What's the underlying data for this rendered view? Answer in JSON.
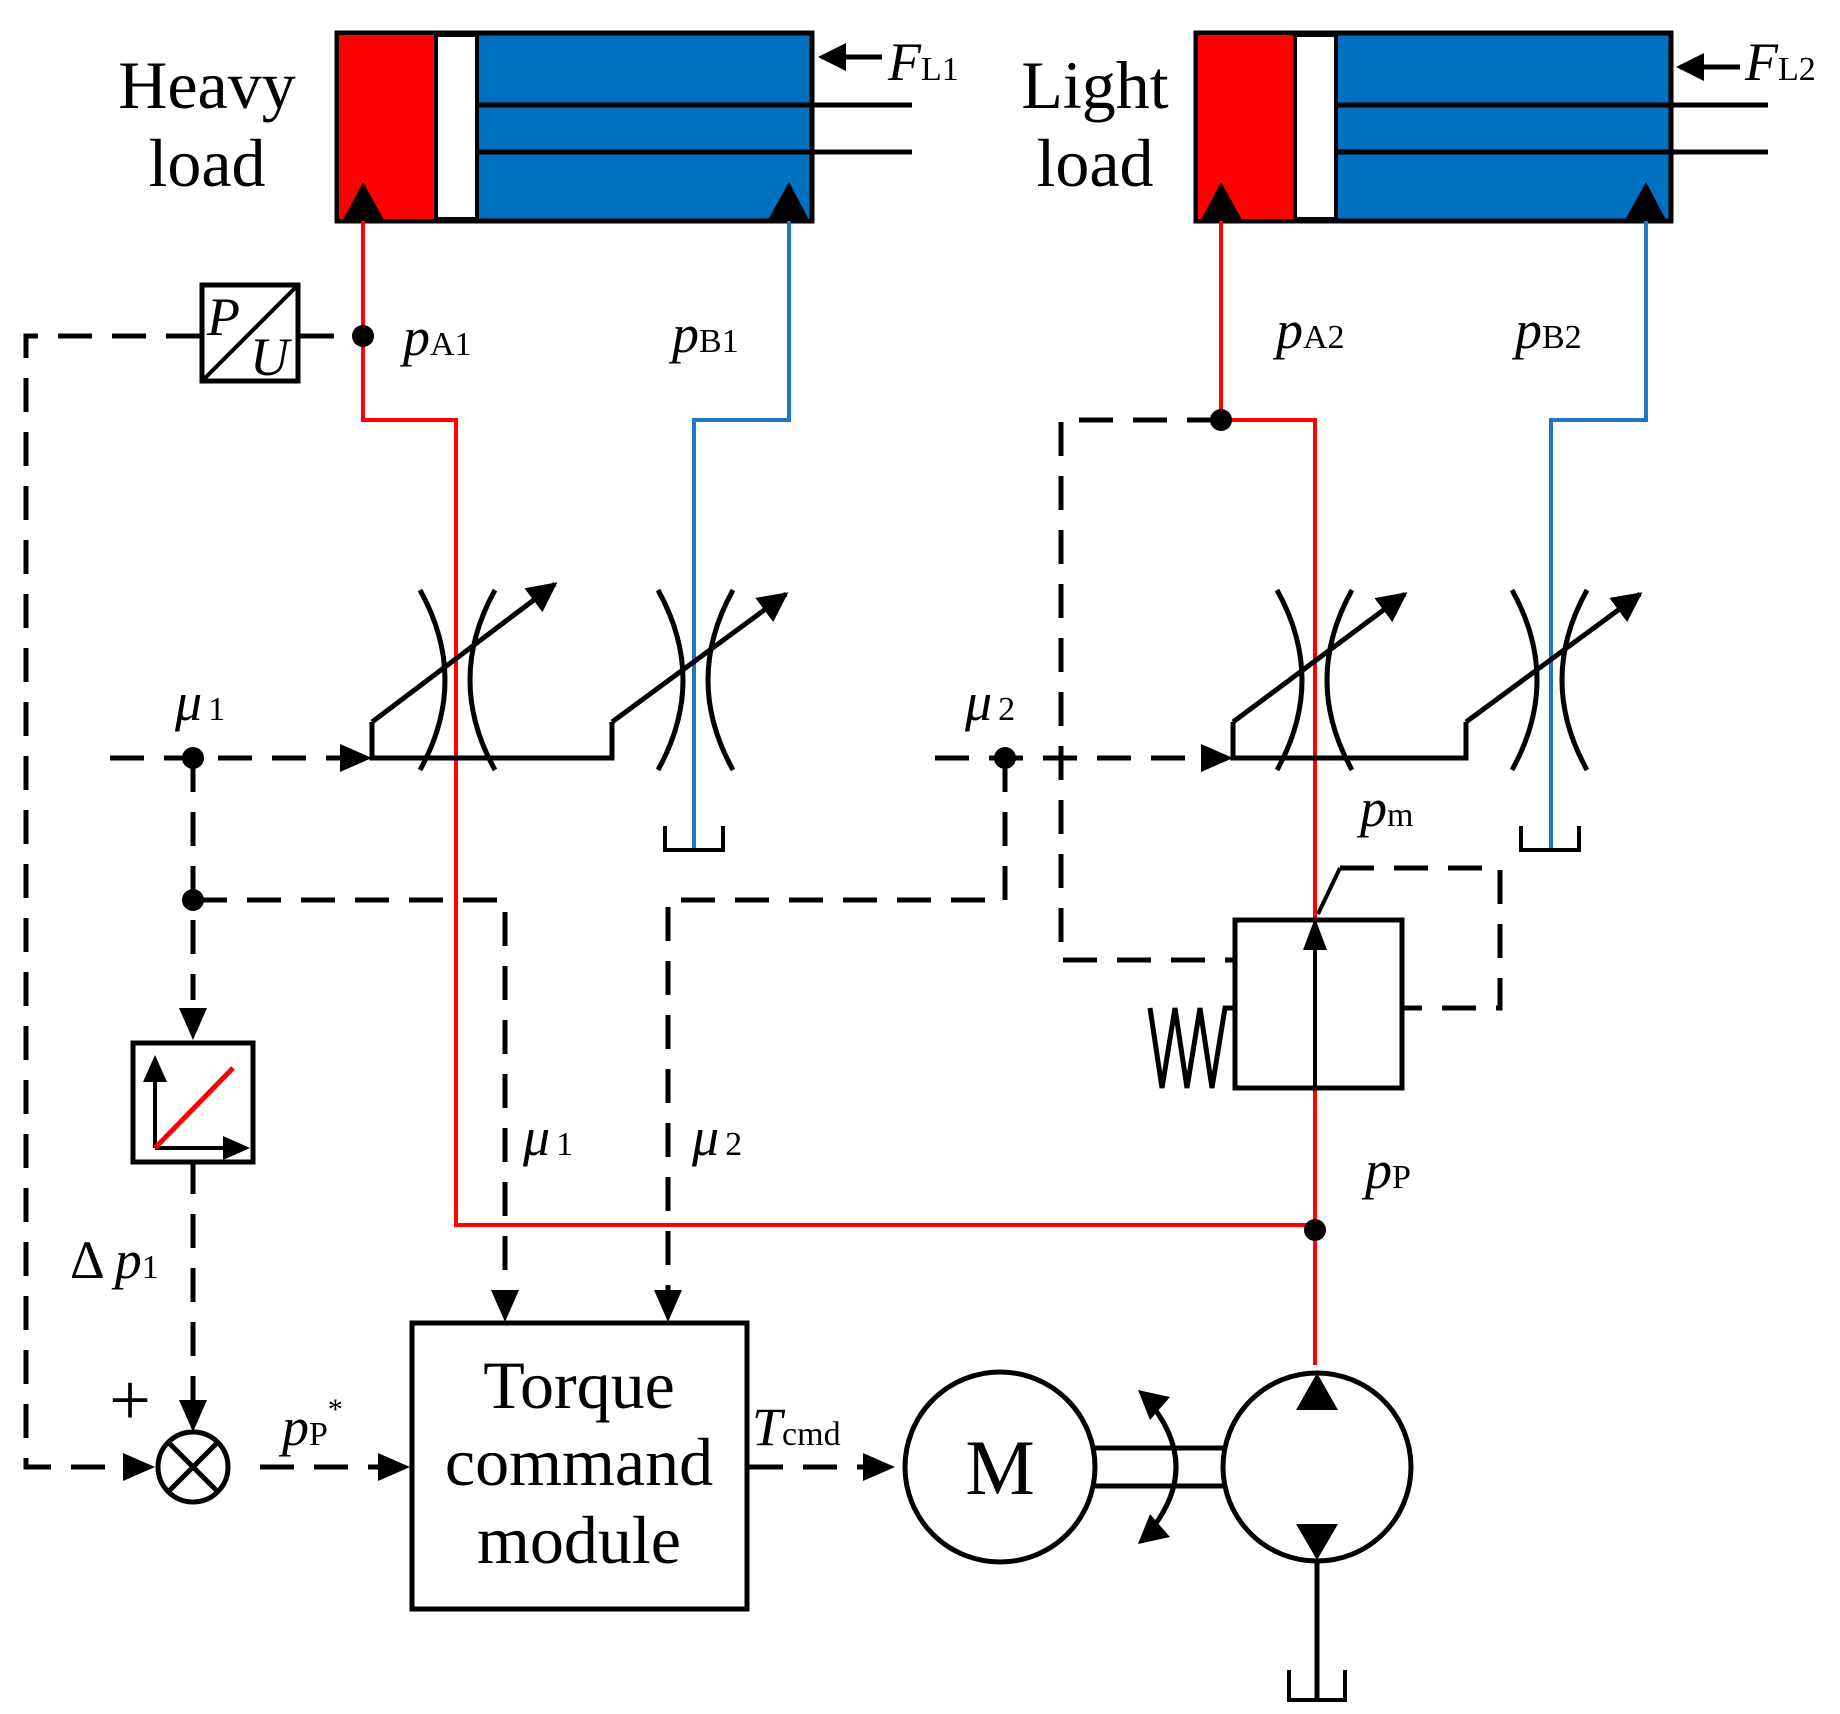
{
  "colors": {
    "pressure_line": "#ff0000",
    "return_line": "#1f77c4",
    "cylinder_body": "#0070c0",
    "cylinder_chamber": "#ff0000",
    "signal_line": "#000000"
  },
  "cylinders": {
    "heavy": {
      "label_line1": "Heavy",
      "label_line2": "load",
      "force": "F",
      "force_sub": "L1",
      "pA": "p",
      "pA_sub": "A1",
      "pB": "p",
      "pB_sub": "B1"
    },
    "light": {
      "label_line1": "Light",
      "label_line2": "load",
      "force": "F",
      "force_sub": "L2",
      "pA": "p",
      "pA_sub": "A2",
      "pB": "p",
      "pB_sub": "B2"
    }
  },
  "sensor": {
    "top": "P",
    "bottom": "U"
  },
  "signals": {
    "mu": "μ",
    "mu1_sub": "1",
    "mu2_sub": "2",
    "delta": "Δ",
    "p": "p",
    "dp1_sub": "1",
    "pm_sub": "m",
    "pp_sub": "P",
    "ppstar_sub": "P",
    "ppstar_sup": "*",
    "plus": "+",
    "T": "T",
    "tcmd_sub": "cmd"
  },
  "torque_module": {
    "line1": "Torque",
    "line2": "command",
    "line3": "module"
  },
  "motor": {
    "label": "M"
  },
  "icons": {
    "sensor": "pressure-transducer-icon",
    "valve": "adjustable-throttle-valve-icon",
    "function_block": "linear-function-icon",
    "summing": "summing-junction-icon",
    "relief": "relief-valve-icon",
    "motor": "motor-icon",
    "pump": "pump-icon",
    "tank": "tank-icon"
  }
}
